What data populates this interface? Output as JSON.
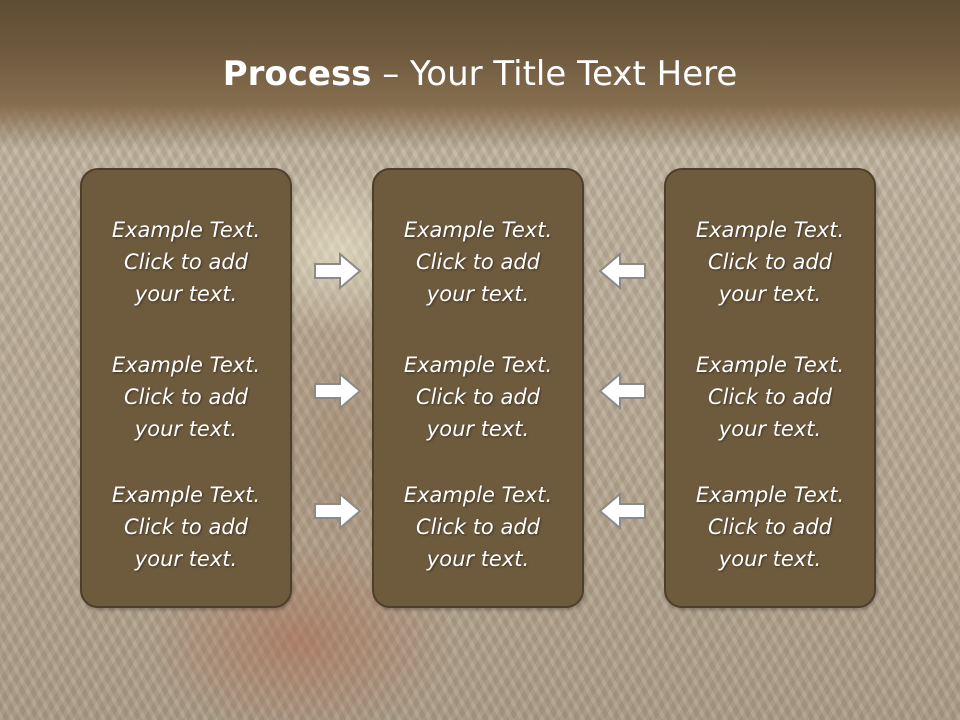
{
  "title": {
    "bold": "Process",
    "rest": " – Your Title Text Here"
  },
  "columns": {
    "left": {
      "items": [
        "Example Text.\nClick  to add\nyour text.",
        "Example Text.\nClick  to add\nyour text.",
        "Example Text.\nClick  to add\nyour text."
      ]
    },
    "middle": {
      "items": [
        "Example Text.\nClick  to add\nyour text.",
        "Example Text.\nClick  to add\nyour text.",
        "Example Text.\nClick  to add\nyour text."
      ]
    },
    "right": {
      "items": [
        "Example Text.\nClick  to add\nyour text.",
        "Example Text.\nClick  to add\nyour text.",
        "Example Text.\nClick  to add\nyour text."
      ]
    }
  },
  "arrows": {
    "left_to_middle": "arrow-right-icon",
    "right_to_middle": "arrow-left-icon"
  },
  "colors": {
    "box_fill": "#6e5b3e",
    "box_border": "#4e3f2b",
    "header": "#6f5a3e",
    "text": "#ffffff",
    "arrow_fill": "#ffffff",
    "arrow_stroke": "#8a8a8a"
  }
}
